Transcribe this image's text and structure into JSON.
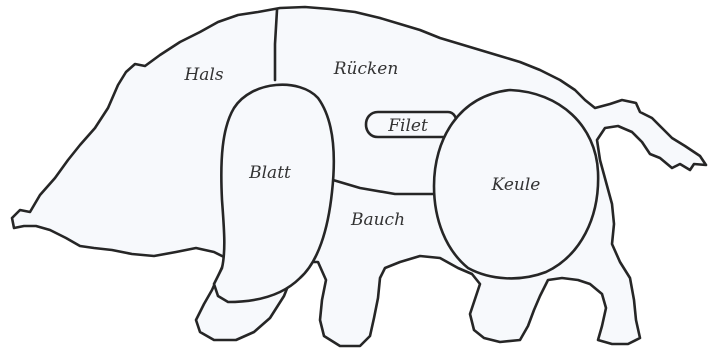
{
  "diagram": {
    "labels": {
      "hals": "Hals",
      "ruecken": "Rücken",
      "filet": "Filet",
      "blatt": "Blatt",
      "keule": "Keule",
      "bauch": "Bauch"
    },
    "colors": {
      "outline": "#262626",
      "fill": "#f7f9fc",
      "text": "#333333"
    }
  }
}
